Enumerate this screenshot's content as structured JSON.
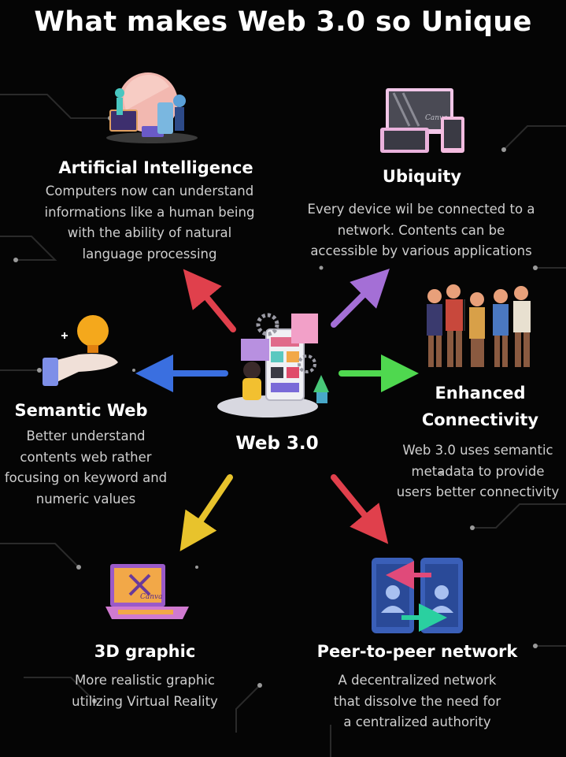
{
  "title": "What makes Web 3.0 so Unique",
  "center": {
    "label": "Web 3.0"
  },
  "features": {
    "ai": {
      "heading": "Artificial Intelligence",
      "text": "Computers now can understand\ninformations like a human being\nwith the ability of natural\nlanguage processing"
    },
    "ubiquity": {
      "heading": "Ubiquity",
      "text": "Every device wil be connected to a\nnetwork. Contents can be\naccessible by various applications"
    },
    "semantic": {
      "heading": "Semantic Web",
      "text": "Better understand\ncontents web rather\nfocusing on keyword and\nnumeric values"
    },
    "connectivity": {
      "heading": "Enhanced\nConnectivity",
      "text": "Web 3.0 uses semantic\nmetadata to provide\nusers better connectivity"
    },
    "graphic": {
      "heading": "3D graphic",
      "text": "More realistic graphic\nutilizing Virtual Reality"
    },
    "p2p": {
      "heading": "Peer-to-peer network",
      "text": "A decentralized network\nthat dissolve the need for\na centralized authority"
    }
  },
  "watermark": "Canva",
  "colors": {
    "arrow_ai": "#e0404c",
    "arrow_ubiquity": "#a46fd6",
    "arrow_semantic": "#3a6fe0",
    "arrow_connectivity": "#4fd84f",
    "arrow_graphic": "#e8c32c",
    "arrow_p2p": "#e0404c"
  }
}
